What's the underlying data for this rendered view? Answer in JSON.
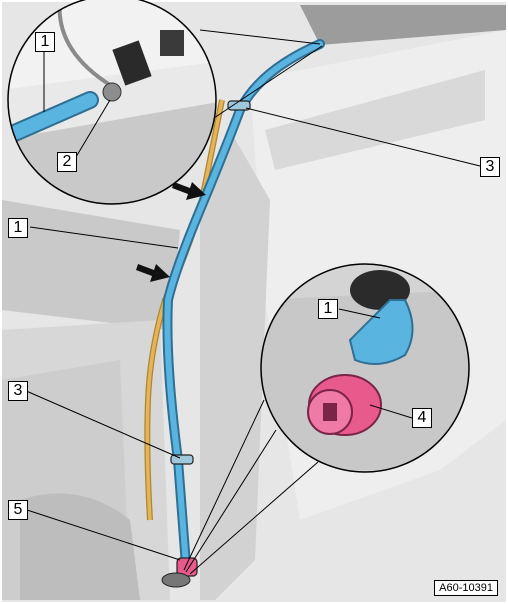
{
  "callouts": {
    "inset_top_hose": "1",
    "inset_top_ball": "2",
    "clip_upper": "3",
    "hose_main": "1",
    "clip_lower": "3",
    "inset_bottom_hose": "1",
    "inset_bottom_valve": "4",
    "drain_end": "5"
  },
  "figure_ref": "A60-10391",
  "colors": {
    "hose": "#5ab4e0",
    "valve": "#e85a8c",
    "cable": "#d8a84a",
    "body": "#e4e4e4",
    "dark_panel": "#c8c8c8"
  }
}
